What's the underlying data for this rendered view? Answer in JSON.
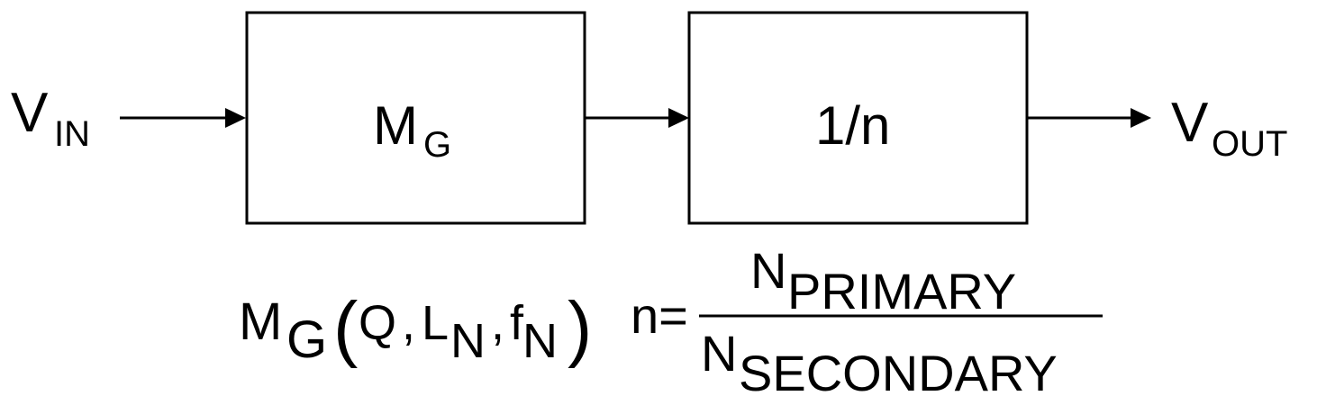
{
  "diagram": {
    "input_label": {
      "main": "V",
      "sub": "IN"
    },
    "output_label": {
      "main": "V",
      "sub": "OUT"
    },
    "blocks": [
      {
        "main": "M",
        "sub": "G"
      },
      {
        "main": "1/n",
        "sub": ""
      }
    ],
    "gain_function": {
      "main": "M",
      "sub": "G",
      "open_paren": "(",
      "arg1": "Q",
      "comma1": ",",
      "arg2_main": "L",
      "arg2_sub": "N",
      "comma2": ",",
      "arg3_main": "f",
      "arg3_sub": "N",
      "close_paren": ")"
    },
    "turns_ratio": {
      "lhs": "n=",
      "numerator_main": "N",
      "numerator_sub": "PRIMARY",
      "denominator_main": "N",
      "denominator_sub": "SECONDARY"
    }
  }
}
